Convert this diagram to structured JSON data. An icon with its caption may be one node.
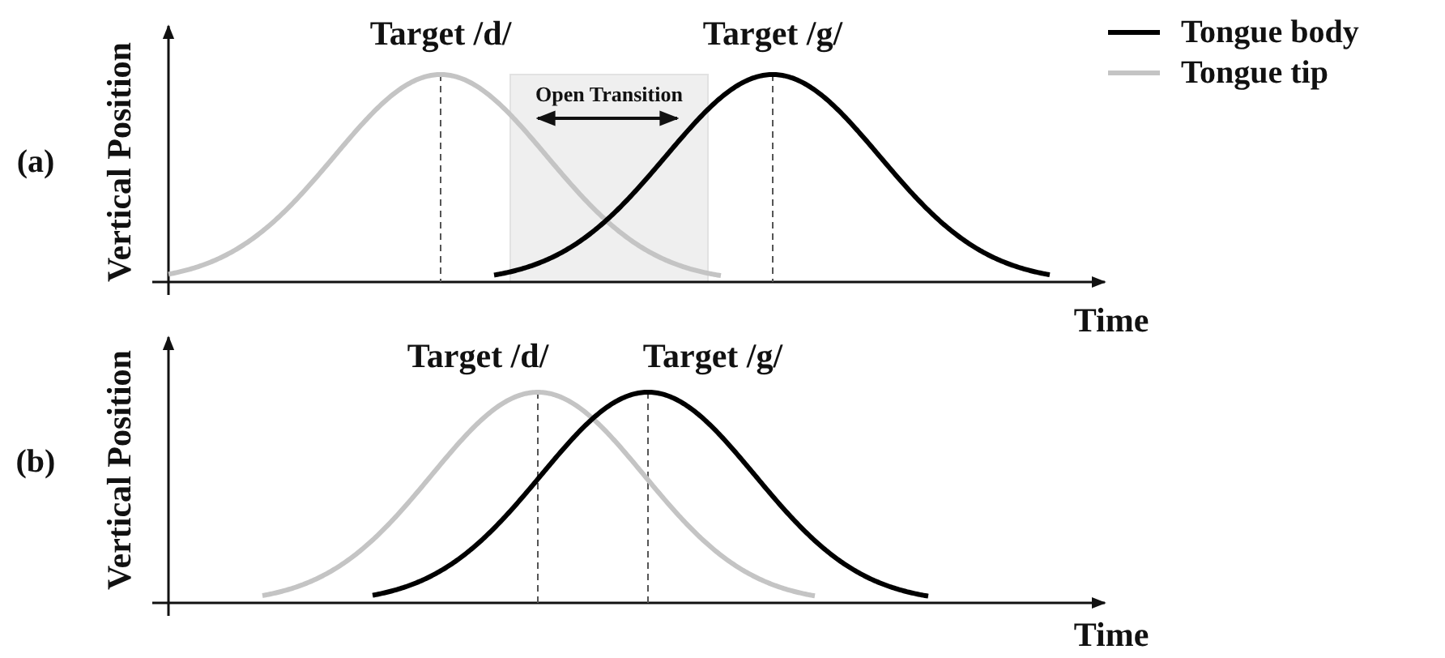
{
  "diagram": {
    "labels": [
      "(a)",
      "Vertical Position",
      "Target /d/",
      "Target /g/",
      "Open Transition",
      "Time",
      "(b)",
      "Vertical Position",
      "Target /d/",
      "Target /g/",
      "Time"
    ],
    "legend": [
      {
        "text": "Tongue body"
      },
      {
        "text": "Tongue tip"
      }
    ]
  }
}
